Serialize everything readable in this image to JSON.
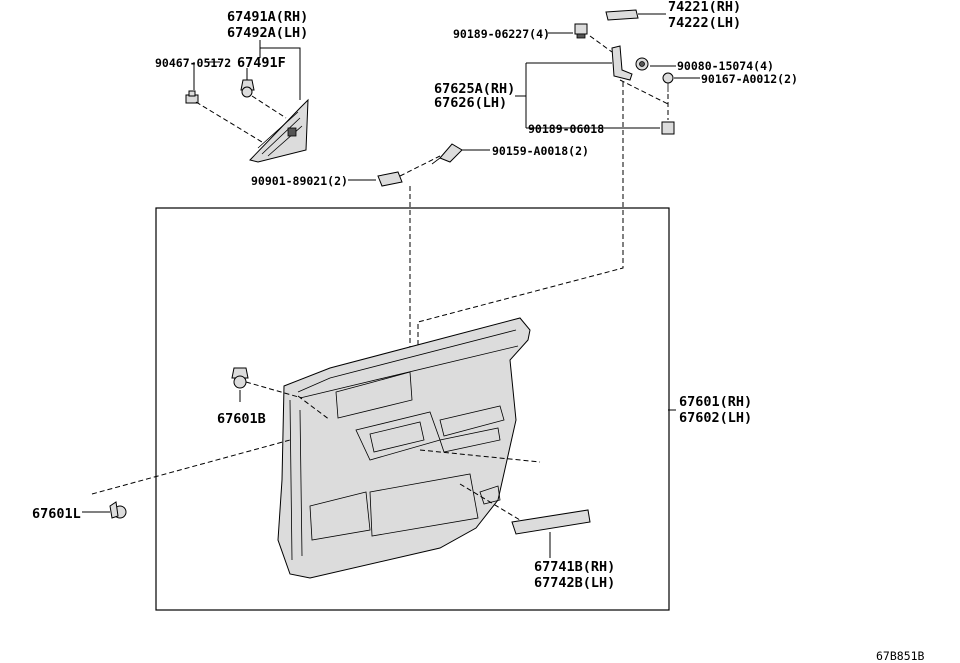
{
  "diagram": {
    "drawing_number": "67B851B",
    "labels": [
      {
        "id": "p67491A",
        "text": "67491A(RH)"
      },
      {
        "id": "p67492A",
        "text": "67492A(LH)"
      },
      {
        "id": "p90467",
        "text": "90467-05172"
      },
      {
        "id": "p67491F",
        "text": "67491F"
      },
      {
        "id": "p90189_06227",
        "text": "90189-06227(4)"
      },
      {
        "id": "p74221",
        "text": "74221(RH)"
      },
      {
        "id": "p74222",
        "text": "74222(LH)"
      },
      {
        "id": "p90080",
        "text": "90080-15074(4)"
      },
      {
        "id": "p90167",
        "text": "90167-A0012(2)"
      },
      {
        "id": "p67625A",
        "text": "67625A(RH)"
      },
      {
        "id": "p67626",
        "text": "67626(LH)"
      },
      {
        "id": "p90189_06018",
        "text": "90189-06018"
      },
      {
        "id": "p90159",
        "text": "90159-A0018(2)"
      },
      {
        "id": "p90901",
        "text": "90901-89021(2)"
      },
      {
        "id": "p67601B",
        "text": "67601B"
      },
      {
        "id": "p67601RH",
        "text": "67601(RH)"
      },
      {
        "id": "p67602LH",
        "text": "67602(LH)"
      },
      {
        "id": "p67601L",
        "text": "67601L"
      },
      {
        "id": "p67741B",
        "text": "67741B(RH)"
      },
      {
        "id": "p67742B",
        "text": "67742B(LH)"
      }
    ]
  }
}
